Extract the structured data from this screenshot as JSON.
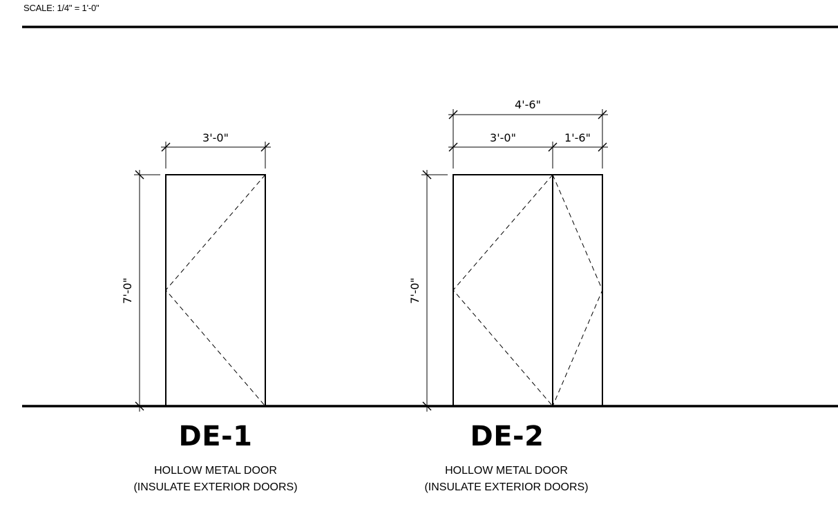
{
  "header": {
    "scale": "SCALE: 1/4\" = 1'-0\""
  },
  "doors": [
    {
      "tag": "DE-1",
      "description_line1": "HOLLOW METAL DOOR",
      "description_line2": "(INSULATE EXTERIOR DOORS)",
      "dimensions": {
        "width": "3'-0\"",
        "height": "7'-0\""
      }
    },
    {
      "tag": "DE-2",
      "description_line1": "HOLLOW METAL DOOR",
      "description_line2": "(INSULATE EXTERIOR DOORS)",
      "dimensions": {
        "overall_width": "4'-6\"",
        "door_width": "3'-0\"",
        "sidelite_width": "1'-6\"",
        "height": "7'-0\""
      }
    }
  ]
}
